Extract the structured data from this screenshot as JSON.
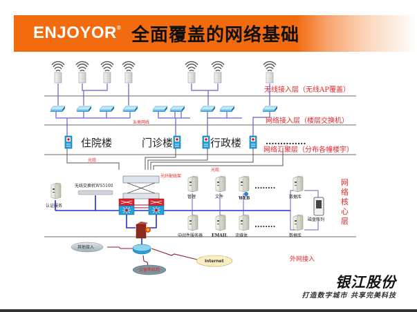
{
  "header": {
    "logo": "ENJOYOR",
    "logo_mark": "®",
    "title": "全面覆盖的网络基础",
    "banner_color": "#f26b0f"
  },
  "layers": {
    "wireless_access": "无线接入层（无线AP覆盖）",
    "network_access": "网络接入层（楼层交换机）",
    "aggregation": "网络汇聚层（分布各幢楼宇）",
    "core": [
      "网",
      "络",
      "核",
      "心",
      "层"
    ],
    "external": "外网接入"
  },
  "buildings": [
    "住院楼",
    "门诊楼",
    "行政楼"
  ],
  "building_ellipsis": "..............",
  "cable_labels": {
    "cat5": "五类网线",
    "fiber1": "光缆",
    "fiber2": "光缆",
    "odf": "光纤配线架"
  },
  "core_devices": {
    "auth_server": "认证服务",
    "wireless_switch": "无线交换机WS5100",
    "mgmt": "管理",
    "file": "文件",
    "web": "WEB",
    "middleware": "中间件服务器",
    "email": "EMAIL",
    "streaming": "流媒体",
    "db1": "数据库",
    "db2": "数据库",
    "disk_array": "磁盘阵列",
    "dots": "........"
  },
  "external_devices": {
    "other_access": "其他接入",
    "internet": "Internet",
    "backup": "灾备等机构"
  },
  "footer": {
    "brand": "银江股份",
    "slogan": "打造数字城市  共享完美科技"
  },
  "colors": {
    "label_red": "#e0262b",
    "link_blue": "#1f2bd6",
    "link_purple": "#6a5acd",
    "wan_maroon": "#8b1a2b"
  }
}
